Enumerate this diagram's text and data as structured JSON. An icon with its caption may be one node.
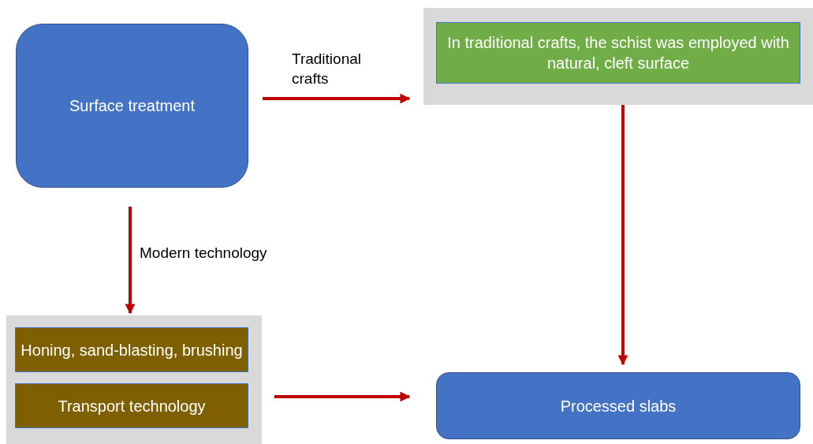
{
  "diagram": {
    "nodes": [
      {
        "text": [
          "Surface treatment"
        ]
      },
      {
        "text": [],
        "shape": "box"
      },
      {
        "text": [
          "In traditional crafts, the schist was employed with natural, cleft surface"
        ],
        "in": 1
      },
      {
        "text": [],
        "shape": "box"
      },
      {
        "text": [
          "Honing, sand-blasting, brushing"
        ],
        "in": 3
      },
      {
        "text": [
          "Transport technology"
        ],
        "in": 3
      },
      {
        "text": [
          "Processed slabs"
        ]
      }
    ],
    "edges": [
      {
        "from": 0,
        "to": 1,
        "arrow": "to",
        "label": "Traditional crafts"
      },
      {
        "from": 0,
        "to": 3,
        "arrow": "to",
        "label": "Modern technology"
      },
      {
        "from": 1,
        "to": 6,
        "arrow": "to"
      },
      {
        "from": 3,
        "to": 6,
        "arrow": "to"
      }
    ]
  }
}
